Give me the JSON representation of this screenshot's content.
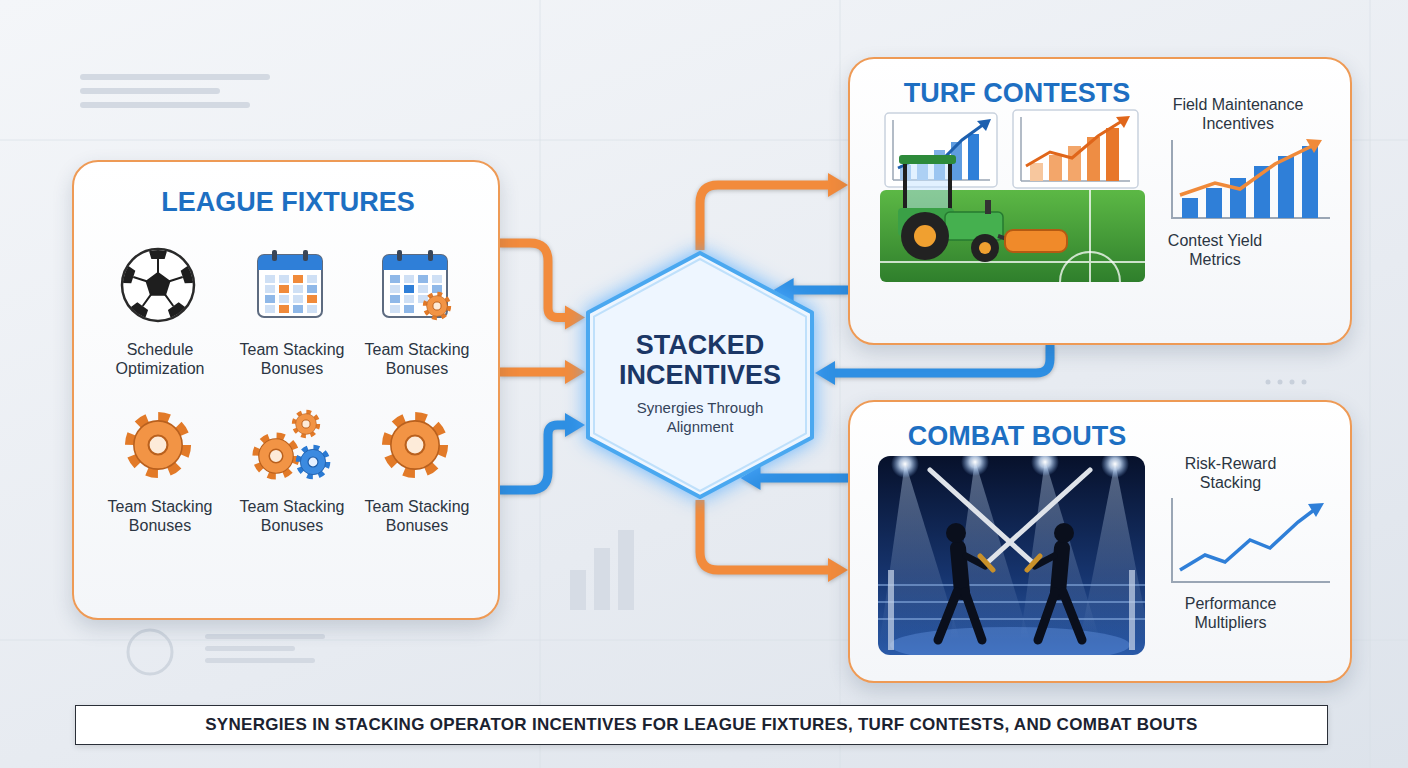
{
  "diagram": {
    "caption": "SYNERGIES IN STACKING OPERATOR INCENTIVES FOR LEAGUE FIXTURES, TURF CONTESTS, AND COMBAT BOUTS",
    "nodes": [
      {
        "text": [
          "LEAGUE FIXTURES",
          "Schedule Optimization",
          "Team Stacking Bonuses",
          "Team Stacking Bonuses",
          "Team Stacking Bonuses",
          "Team Stacking Bonuses",
          "Team Stacking Bonuses"
        ]
      },
      {
        "text": [
          "STACKED INCENTIVES",
          "Synergies Through Alignment"
        ]
      },
      {
        "text": [
          "TURF CONTESTS",
          "Field Maintenance Incentives",
          "Contest Yield Metrics"
        ]
      },
      {
        "text": [
          "COMBAT BOUTS",
          "Risk-Reward Stacking",
          "Performance Multipliers"
        ]
      }
    ],
    "edges": [
      {
        "from": 0,
        "to": 1,
        "arrow": "to"
      },
      {
        "from": 0,
        "to": 1,
        "arrow": "to"
      },
      {
        "from": 0,
        "to": 1,
        "arrow": "to"
      },
      {
        "from": 1,
        "to": 2,
        "arrow": "to"
      },
      {
        "from": 2,
        "to": 1,
        "arrow": "to"
      },
      {
        "from": 2,
        "to": 1,
        "arrow": "to"
      },
      {
        "from": 1,
        "to": 3,
        "arrow": "to"
      },
      {
        "from": 3,
        "to": 1,
        "arrow": "to"
      }
    ]
  }
}
